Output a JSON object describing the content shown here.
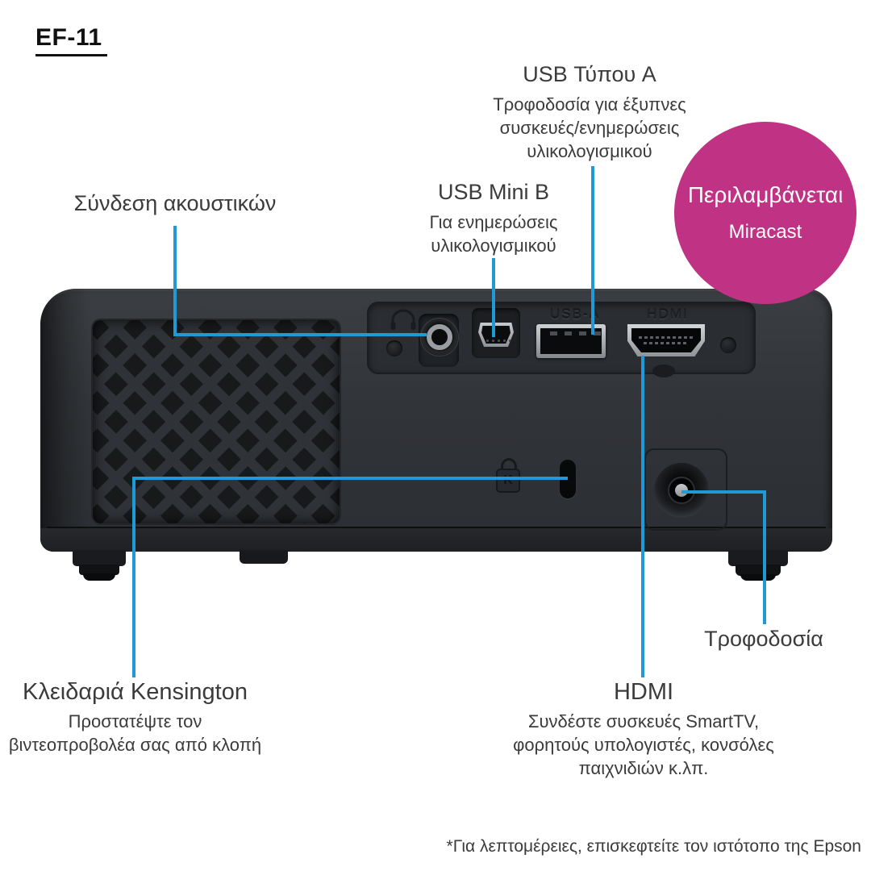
{
  "page": {
    "title": "EF-11"
  },
  "colors": {
    "accent": "#1f9ad6",
    "badge": "#c03384",
    "text": "#3b3b3b"
  },
  "callouts": {
    "headphone": {
      "label": "Σύνδεση ακουστικών"
    },
    "usb_mini_b": {
      "title": "USB Mini B",
      "lines": [
        "Για ενημερώσεις",
        "υλικολογισμικού"
      ]
    },
    "usb_type_a": {
      "title": "USB Τύπου A",
      "lines": [
        "Τροφοδοσία για έξυπνες",
        "συσκευές/ενημερώσεις",
        "υλικολογισμικού"
      ]
    },
    "power": {
      "label": "Τροφοδοσία"
    },
    "kensington": {
      "title": "Κλειδαριά Kensington",
      "lines": [
        "Προστατέψτε τον",
        "βιντεοπροβολέα σας από κλοπή"
      ]
    },
    "hdmi": {
      "title": "HDMI",
      "lines": [
        "Συνδέστε συσκευές SmartTV,",
        "φορητούς υπολογιστές, κονσόλες",
        "παιχνιδιών κ.λπ."
      ]
    }
  },
  "badge": {
    "line1": "Περιλαμβάνεται",
    "line2": "Miracast"
  },
  "device": {
    "embossed_labels": {
      "usb_a": "USB-A",
      "hdmi": "HDMI"
    },
    "kensington_mark": "K"
  },
  "footnote": "*Για λεπτομέρειες, επισκεφτείτε τον ιστότοπο της Epson"
}
